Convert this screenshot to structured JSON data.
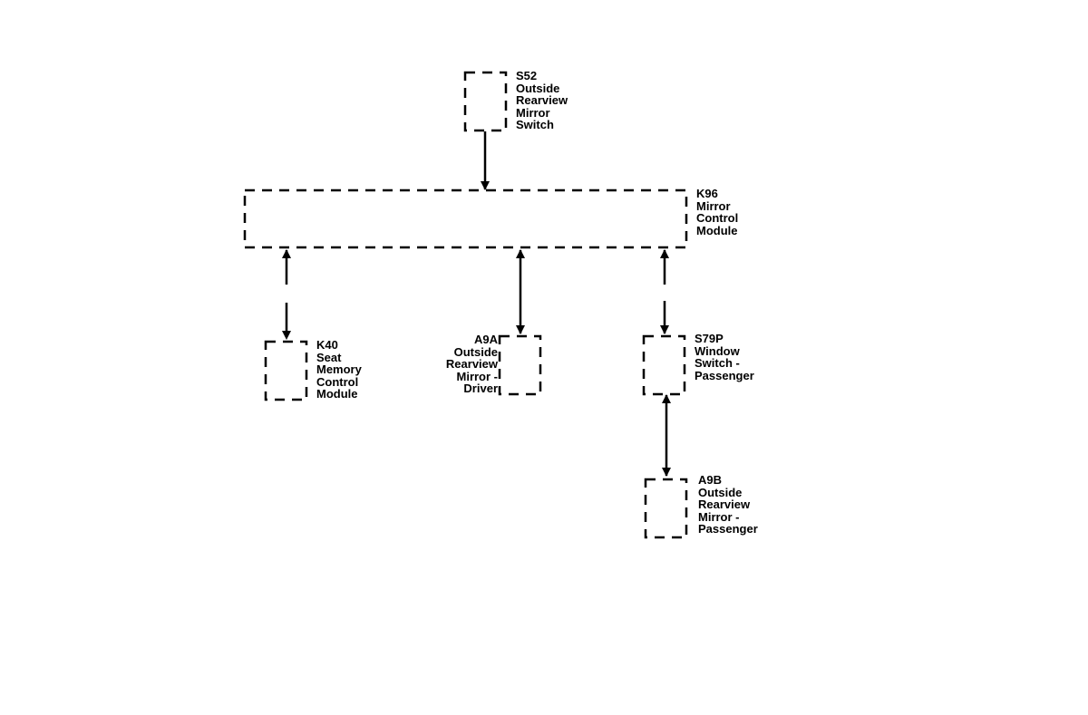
{
  "components": {
    "s52": {
      "id": "S52",
      "lines": [
        "Outside",
        "Rearview",
        "Mirror",
        "Switch"
      ]
    },
    "k96": {
      "id": "K96",
      "lines": [
        "Mirror",
        "Control",
        "Module"
      ]
    },
    "k40": {
      "id": "K40",
      "lines": [
        "Seat",
        "Memory",
        "Control",
        "Module"
      ]
    },
    "a9a": {
      "id": "A9A",
      "lines": [
        "Outside",
        "Rearview",
        "Mirror -",
        "Driver"
      ]
    },
    "s79p": {
      "id": "S79P",
      "lines": [
        "Window",
        "Switch -",
        "Passenger"
      ]
    },
    "a9b": {
      "id": "A9B",
      "lines": [
        "Outside",
        "Rearview",
        "Mirror -",
        "Passenger"
      ]
    }
  },
  "connections": [
    {
      "from": "S52",
      "to": "K96",
      "direction": "one-way",
      "style": "solid"
    },
    {
      "from": "K96",
      "to": "K40",
      "direction": "two-way",
      "style": "dashed"
    },
    {
      "from": "K96",
      "to": "A9A",
      "direction": "two-way",
      "style": "solid"
    },
    {
      "from": "K96",
      "to": "S79P",
      "direction": "two-way",
      "style": "dashed"
    },
    {
      "from": "S79P",
      "to": "A9B",
      "direction": "two-way",
      "style": "solid"
    }
  ]
}
